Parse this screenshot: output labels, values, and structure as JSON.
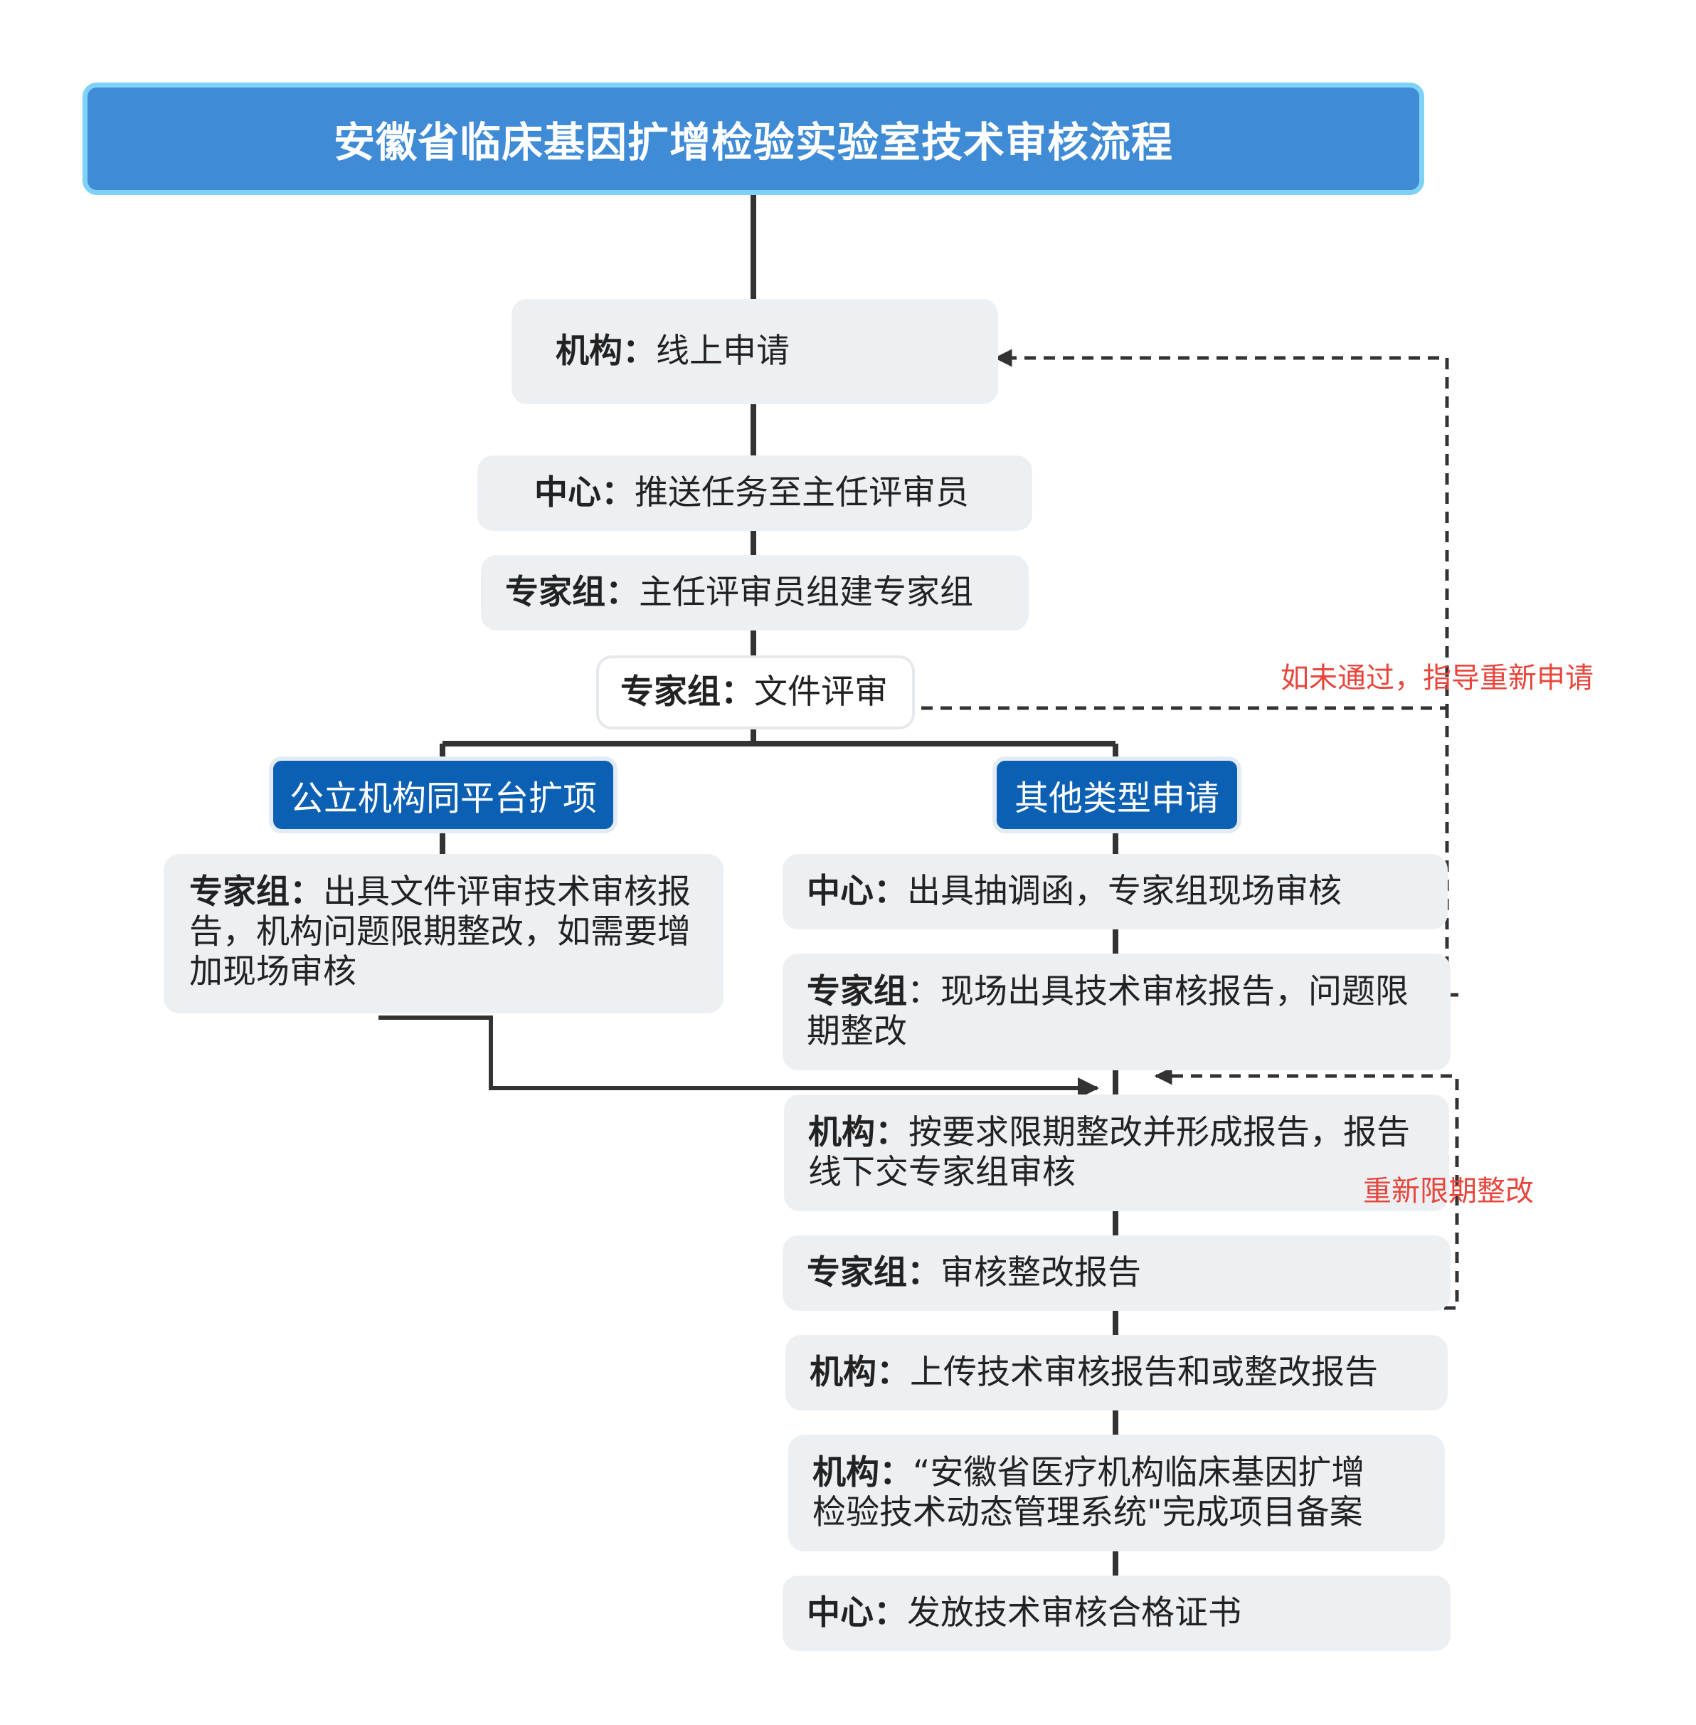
{
  "title": "安徽省临床基因扩增检验实验室技术审核流程",
  "colors": {
    "title_fill": "#3f8bd6",
    "title_border": "#7fd2f5",
    "branch_fill": "#0c60b3",
    "step_fill": "#edf0f3",
    "note_text": "#e8453c",
    "line": "#333333"
  },
  "steps": {
    "s1": {
      "role": "机构：",
      "text": "线上申请"
    },
    "s2": {
      "role": "中心：",
      "text": "推送任务至主任评审员"
    },
    "s3": {
      "role": "专家组：",
      "text": "主任评审员组建专家组"
    },
    "s4": {
      "role": "专家组：",
      "text": "文件评审"
    }
  },
  "branches": {
    "left": "公立机构同平台扩项",
    "right": "其他类型申请"
  },
  "left_step": {
    "role": "专家组：",
    "line1_text": "出具文件评审技术审核报",
    "line2": "告，机构问题限期整改，如需要增",
    "line3": "加现场审核"
  },
  "right_steps": {
    "r1": {
      "role": "中心：",
      "text": "出具抽调函，专家组现场审核"
    },
    "r2": {
      "role": "专家组",
      "line1_text": "：现场出具技术审核报告，问题限",
      "line2": "期整改"
    },
    "r3": {
      "role": "机构：",
      "line1_text": "按要求限期整改并形成报告，报告",
      "line2": "线下交专家组审核"
    },
    "r4": {
      "role": "专家组：",
      "text": "审核整改报告"
    },
    "r5": {
      "role": "机构：",
      "text": "上传技术审核报告和或整改报告"
    },
    "r6": {
      "role": "机构：",
      "line1_text": "“安徽省医疗机构临床基因扩增",
      "line2": "检验技术动态管理系统\"完成项目备案"
    },
    "r7": {
      "role": "中心：",
      "text": "发放技术审核合格证书"
    }
  },
  "notes": {
    "reapply": "如未通过，指导重新申请",
    "rectify_again": "重新限期整改"
  }
}
